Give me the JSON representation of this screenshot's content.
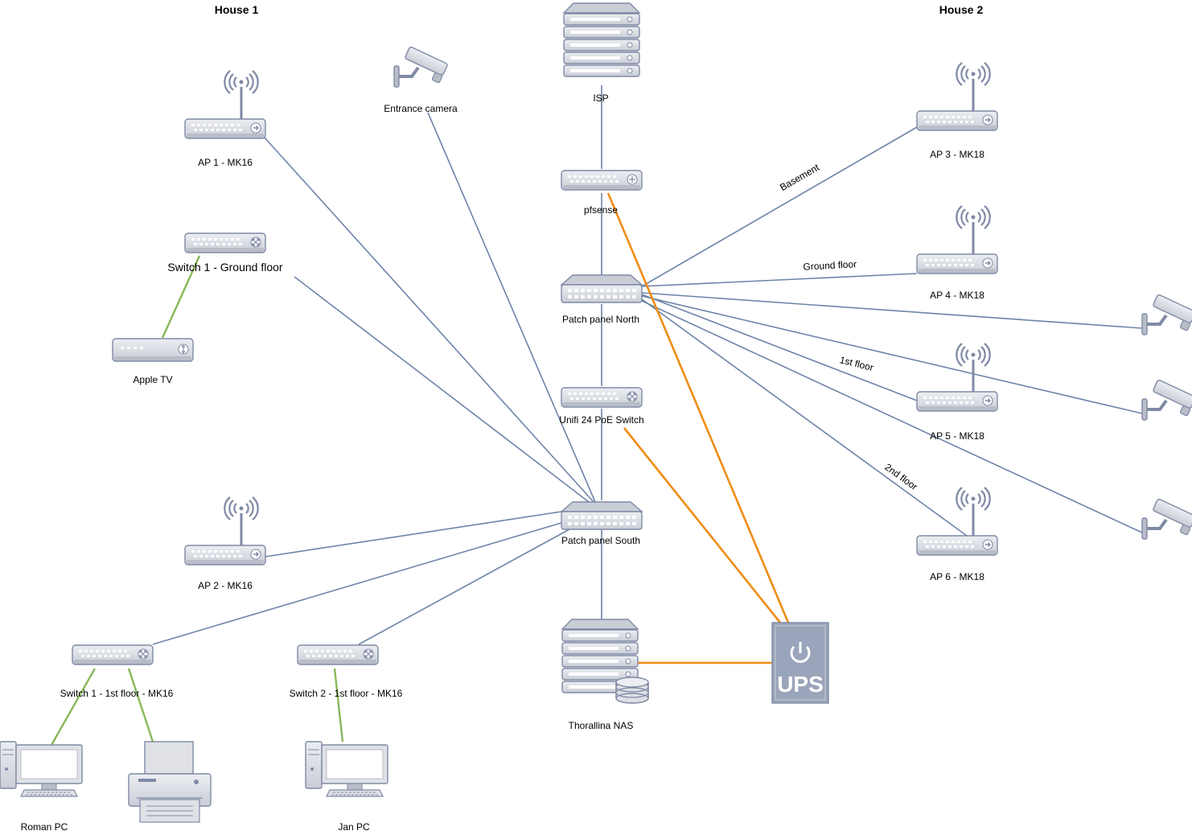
{
  "headers": {
    "house1": "House 1",
    "house2": "House 2"
  },
  "colors": {
    "device_fill": "#dfe1e6",
    "device_stroke": "#7f8aa5",
    "link_blue": "#6d84a8",
    "link_green": "#88b858",
    "link_orange": "#f08c14",
    "ups_fill": "#9aa4ba"
  },
  "nodes": {
    "isp": "ISP",
    "pfsense": "pfsense",
    "patch_north": "Patch panel North",
    "unifi": "Unifi 24 PoE Switch",
    "patch_south": "Patch panel South",
    "nas": "Thorallina NAS",
    "ups": "UPS",
    "entrance_camera": "Entrance camera",
    "ap1": "AP 1 - MK16",
    "switch_ground": "Switch 1 - Ground floor",
    "apple_tv": "Apple TV",
    "ap2": "AP 2 - MK16",
    "switch1_1st": "Switch 1 - 1st floor - MK16",
    "switch2_1st": "Switch 2 - 1st floor - MK16",
    "roman_pc": "Roman PC",
    "jan_pc": "Jan PC",
    "ap3": "AP 3 - MK18",
    "ap4": "AP 4 - MK18",
    "ap5": "AP 5 - MK18",
    "ap6": "AP 6 - MK18"
  },
  "edge_labels": {
    "basement": "Basement",
    "ground_floor": "Ground floor",
    "first_floor": "1st floor",
    "second_floor": "2nd floor"
  }
}
